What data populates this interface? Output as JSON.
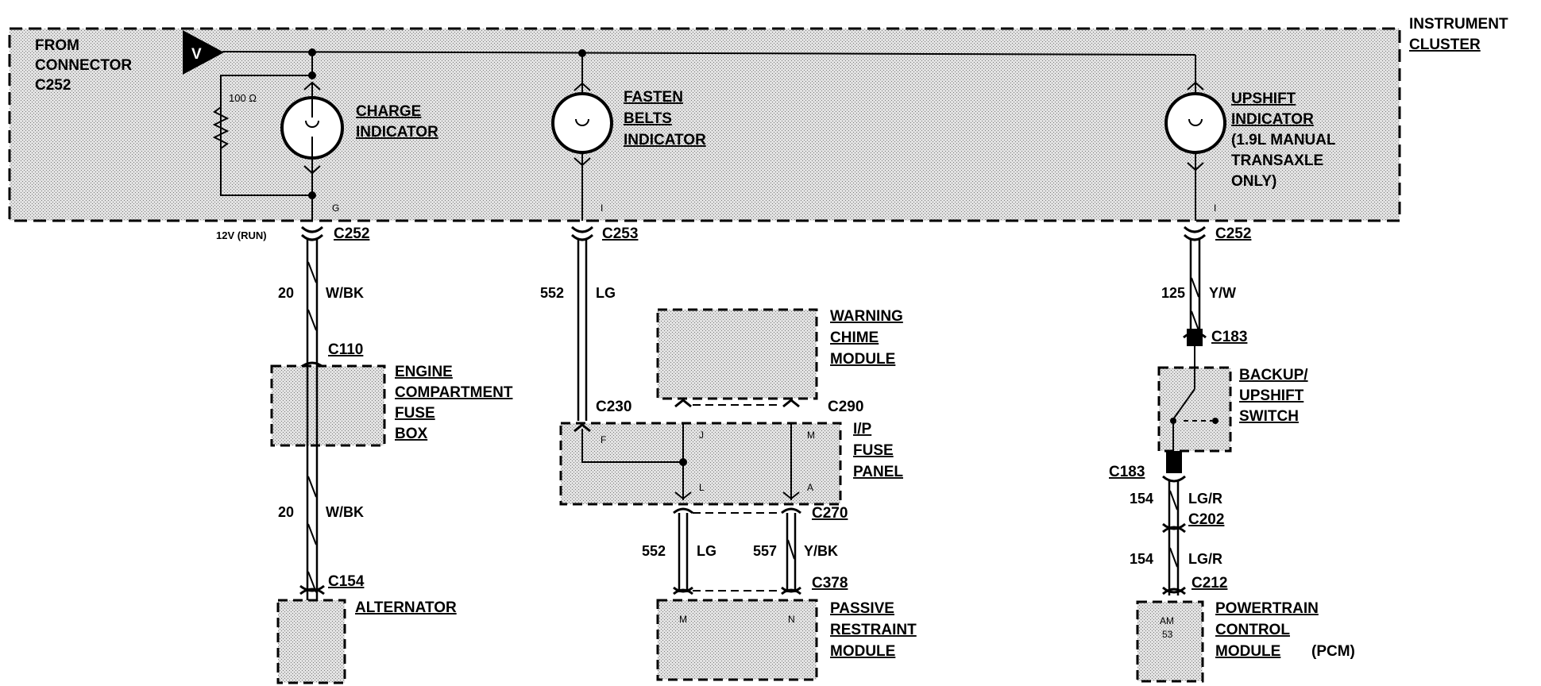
{
  "instrument_cluster": {
    "title_line1": "INSTRUMENT",
    "title_line2": "CLUSTER",
    "source_line1": "FROM",
    "source_line2": "CONNECTOR",
    "source_line3": "C252",
    "source_symbol": "V",
    "resistor_label": "100 Ω",
    "charge_line1": "CHARGE",
    "charge_line2": "INDICATOR",
    "fasten_line1": "FASTEN",
    "fasten_line2": "BELTS",
    "fasten_line3": "INDICATOR",
    "upshift_line1": "UPSHIFT",
    "upshift_line2": "INDICATOR",
    "upshift_line3": "(1.9L MANUAL",
    "upshift_line4": "TRANSAXLE",
    "upshift_line5": "ONLY)",
    "pin_g": "G",
    "pin_i_left": "I",
    "pin_i_right": "I"
  },
  "left_circuit": {
    "voltage": "12V (RUN)",
    "conn_top": "C252",
    "wire1_num": "20",
    "wire1_color": "W/BK",
    "conn_fuse": "C110",
    "fuse_box_line1": "ENGINE",
    "fuse_box_line2": "COMPARTMENT",
    "fuse_box_line3": "FUSE",
    "fuse_box_line4": "BOX",
    "wire2_num": "20",
    "wire2_color": "W/BK",
    "conn_bottom": "C154",
    "alternator": "ALTERNATOR"
  },
  "middle_circuit": {
    "conn_top": "C253",
    "wire1_num": "552",
    "wire1_color": "LG",
    "chime_line1": "WARNING",
    "chime_line2": "CHIME",
    "chime_line3": "MODULE",
    "conn_c230": "C230",
    "conn_c290": "C290",
    "ip_line1": "I/P",
    "ip_line2": "FUSE",
    "ip_line3": "PANEL",
    "pin_f": "F",
    "pin_j": "J",
    "pin_m": "M",
    "pin_l": "L",
    "pin_a": "A",
    "conn_c270": "C270",
    "wire2_num": "552",
    "wire2_color": "LG",
    "wire3_num": "557",
    "wire3_color": "Y/BK",
    "conn_c378": "C378",
    "restraint_line1": "PASSIVE",
    "restraint_line2": "RESTRAINT",
    "restraint_line3": "MODULE",
    "pin_m2": "M",
    "pin_n": "N"
  },
  "right_circuit": {
    "conn_top": "C252",
    "wire1_num": "125",
    "wire1_color": "Y/W",
    "conn_c183_top": "C183",
    "switch_line1": "BACKUP/",
    "switch_line2": "UPSHIFT",
    "switch_line3": "SWITCH",
    "conn_c183_bottom": "C183",
    "wire2_num": "154",
    "wire2_color": "LG/R",
    "conn_c202": "C202",
    "wire3_num": "154",
    "wire3_color": "LG/R",
    "conn_c212": "C212",
    "pcm_line1": "POWERTRAIN",
    "pcm_line2": "CONTROL",
    "pcm_line3": "MODULE",
    "pcm_suffix": "(PCM)",
    "pcm_pin1": "AM",
    "pcm_pin2": "53"
  }
}
